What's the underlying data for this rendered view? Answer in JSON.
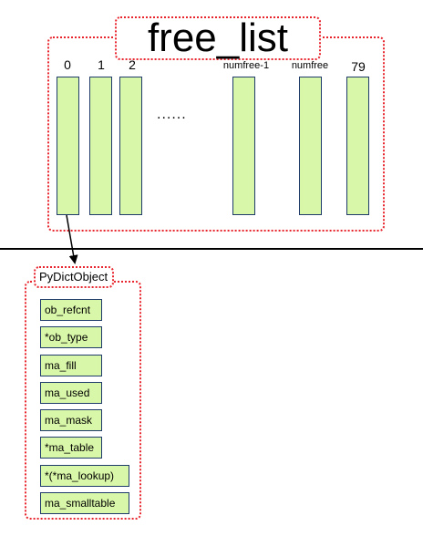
{
  "free_list": {
    "title": "free_list",
    "indices": [
      "0",
      "1",
      "2",
      "numfree-1",
      "numfree",
      "79"
    ],
    "ellipsis": "......"
  },
  "pydictobject": {
    "label": "PyDictObject",
    "fields": [
      "ob_refcnt",
      "*ob_type",
      "ma_fill",
      "ma_used",
      "ma_mask",
      "*ma_table",
      "*(*ma_lookup)",
      "ma_smalltable"
    ]
  },
  "colors": {
    "slot_fill": "#d9f7a8",
    "slot_border": "#1f3b6a",
    "dotted_border": "#e8252d"
  }
}
